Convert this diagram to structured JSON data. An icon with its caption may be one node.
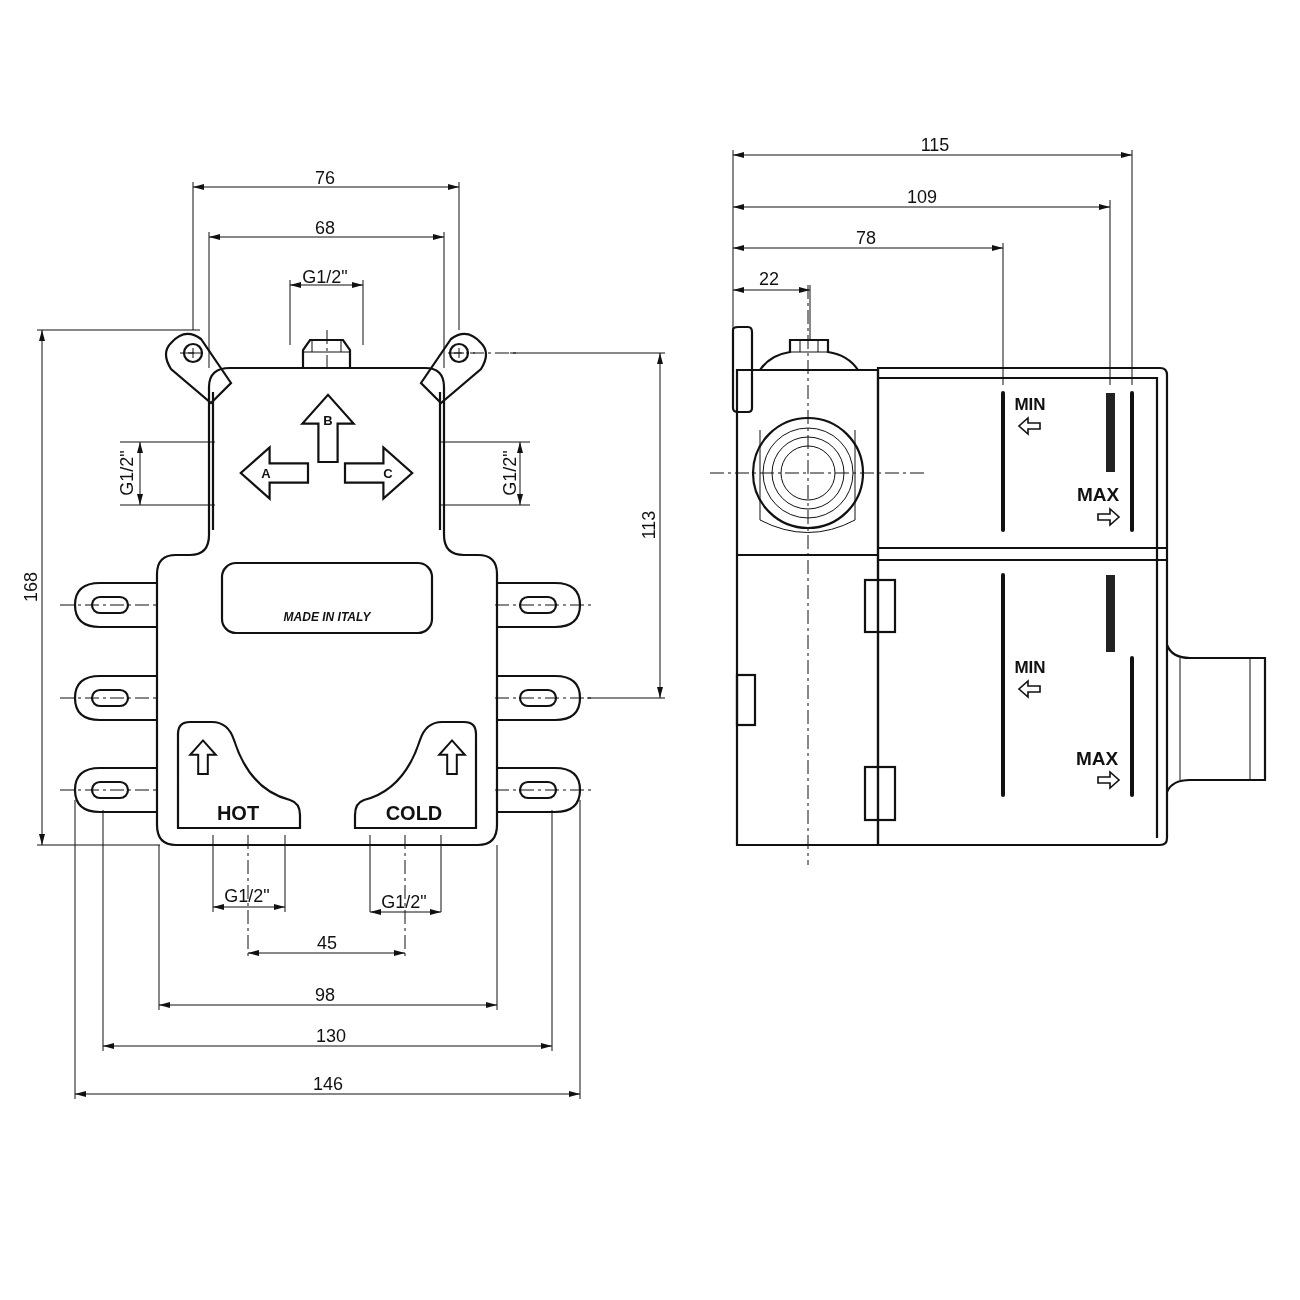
{
  "diagram": {
    "labels": [
      "76",
      "68",
      "G1/2\"",
      "115",
      "109",
      "78",
      "22",
      "B",
      "A",
      "C",
      "G1/2\"",
      "G1/2\"",
      "168",
      "113",
      "MIN",
      "MAX",
      "MADE IN ITALY",
      "HOT",
      "COLD",
      "MIN",
      "MAX",
      "G1/2\"",
      "G1/2\"",
      "45",
      "98",
      "130",
      "146"
    ]
  }
}
